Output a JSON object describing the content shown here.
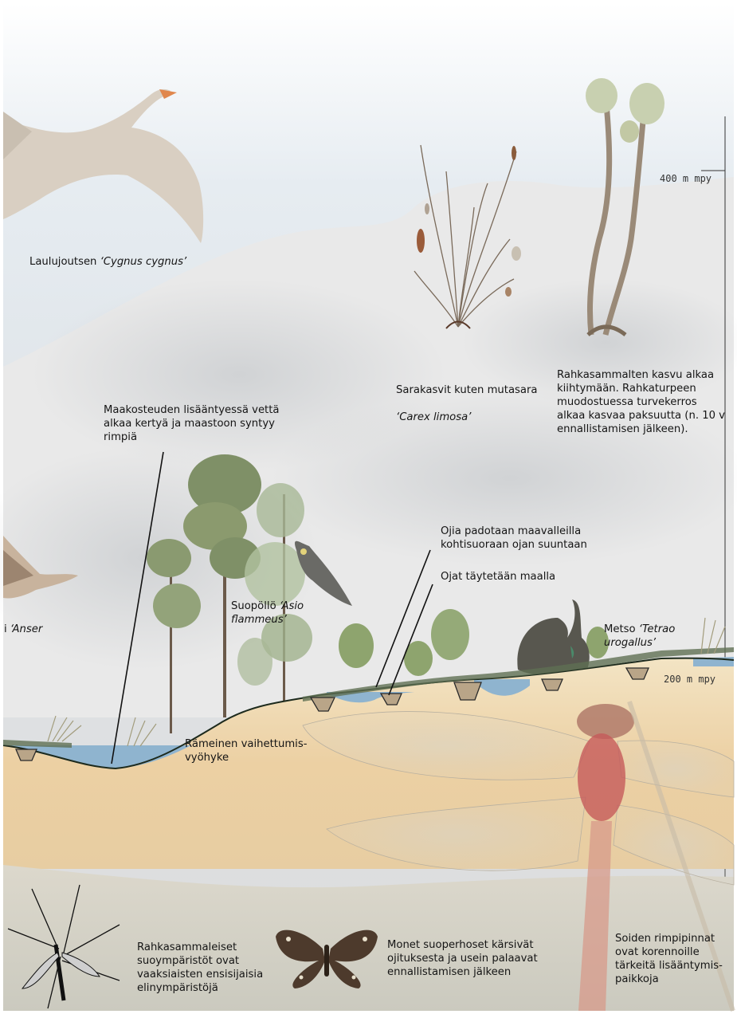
{
  "altitude": {
    "high": "400 m mpy",
    "low": "200 m mpy"
  },
  "labels": {
    "swan": {
      "name": "Laulujoutsen ",
      "latin": "‘Cygnus cygnus’"
    },
    "goose": {
      "name": "i ",
      "latin": "‘Anser"
    },
    "sedge": {
      "name": "Sarakasvit kuten mutasara",
      "latin": "‘Carex limosa’"
    },
    "sphagnum": {
      "text": "Rahkasammalten kasvu alkaa\nkiihtymään. Rahkaturpeen\nmuodostuessa turvekerros\nalkaa kasvaa paksuutta (n. 10 v\nennallistamisen jälkeen)."
    },
    "moisture": {
      "text": "Maakosteuden lisääntyessä vettä\nalkaa kertyä ja maastoon syntyy\nrimpiä"
    },
    "owl": {
      "name": "Suopöllö ",
      "latin": "‘Asio\nflammeus’"
    },
    "dam": {
      "text": "Ojia padotaan maavalleilla\nkohtisuoraan ojan suuntaan"
    },
    "fill": {
      "text": "Ojat täytetään maalla"
    },
    "capercaillie": {
      "name": "Metso ",
      "latin": "‘Tetrao\nurogallus’"
    },
    "transition": {
      "text": "Rämeinen vaihettumis-\nvyöhyke"
    },
    "cranefly": {
      "text": "Rahkasammaleiset\nsuoympäristöt ovat\nvaaksiaisten ensisijaisia\nelinympäristöjä"
    },
    "butterfly": {
      "text": "Monet suoperhoset kärsivät\nojituksesta ja usein palaavat\nennallistamisen jälkeen"
    },
    "dragonfly": {
      "text": "Soiden rimpipinnat\novat korennoille\ntärkeitä lisääntymis-\npaikkoja"
    }
  },
  "colors": {
    "sky": "#dfe7ee",
    "hill": "#e8e8e8",
    "soil": "#ecd2a8",
    "water": "#8fb4cf",
    "moss": "#5f6f52"
  }
}
